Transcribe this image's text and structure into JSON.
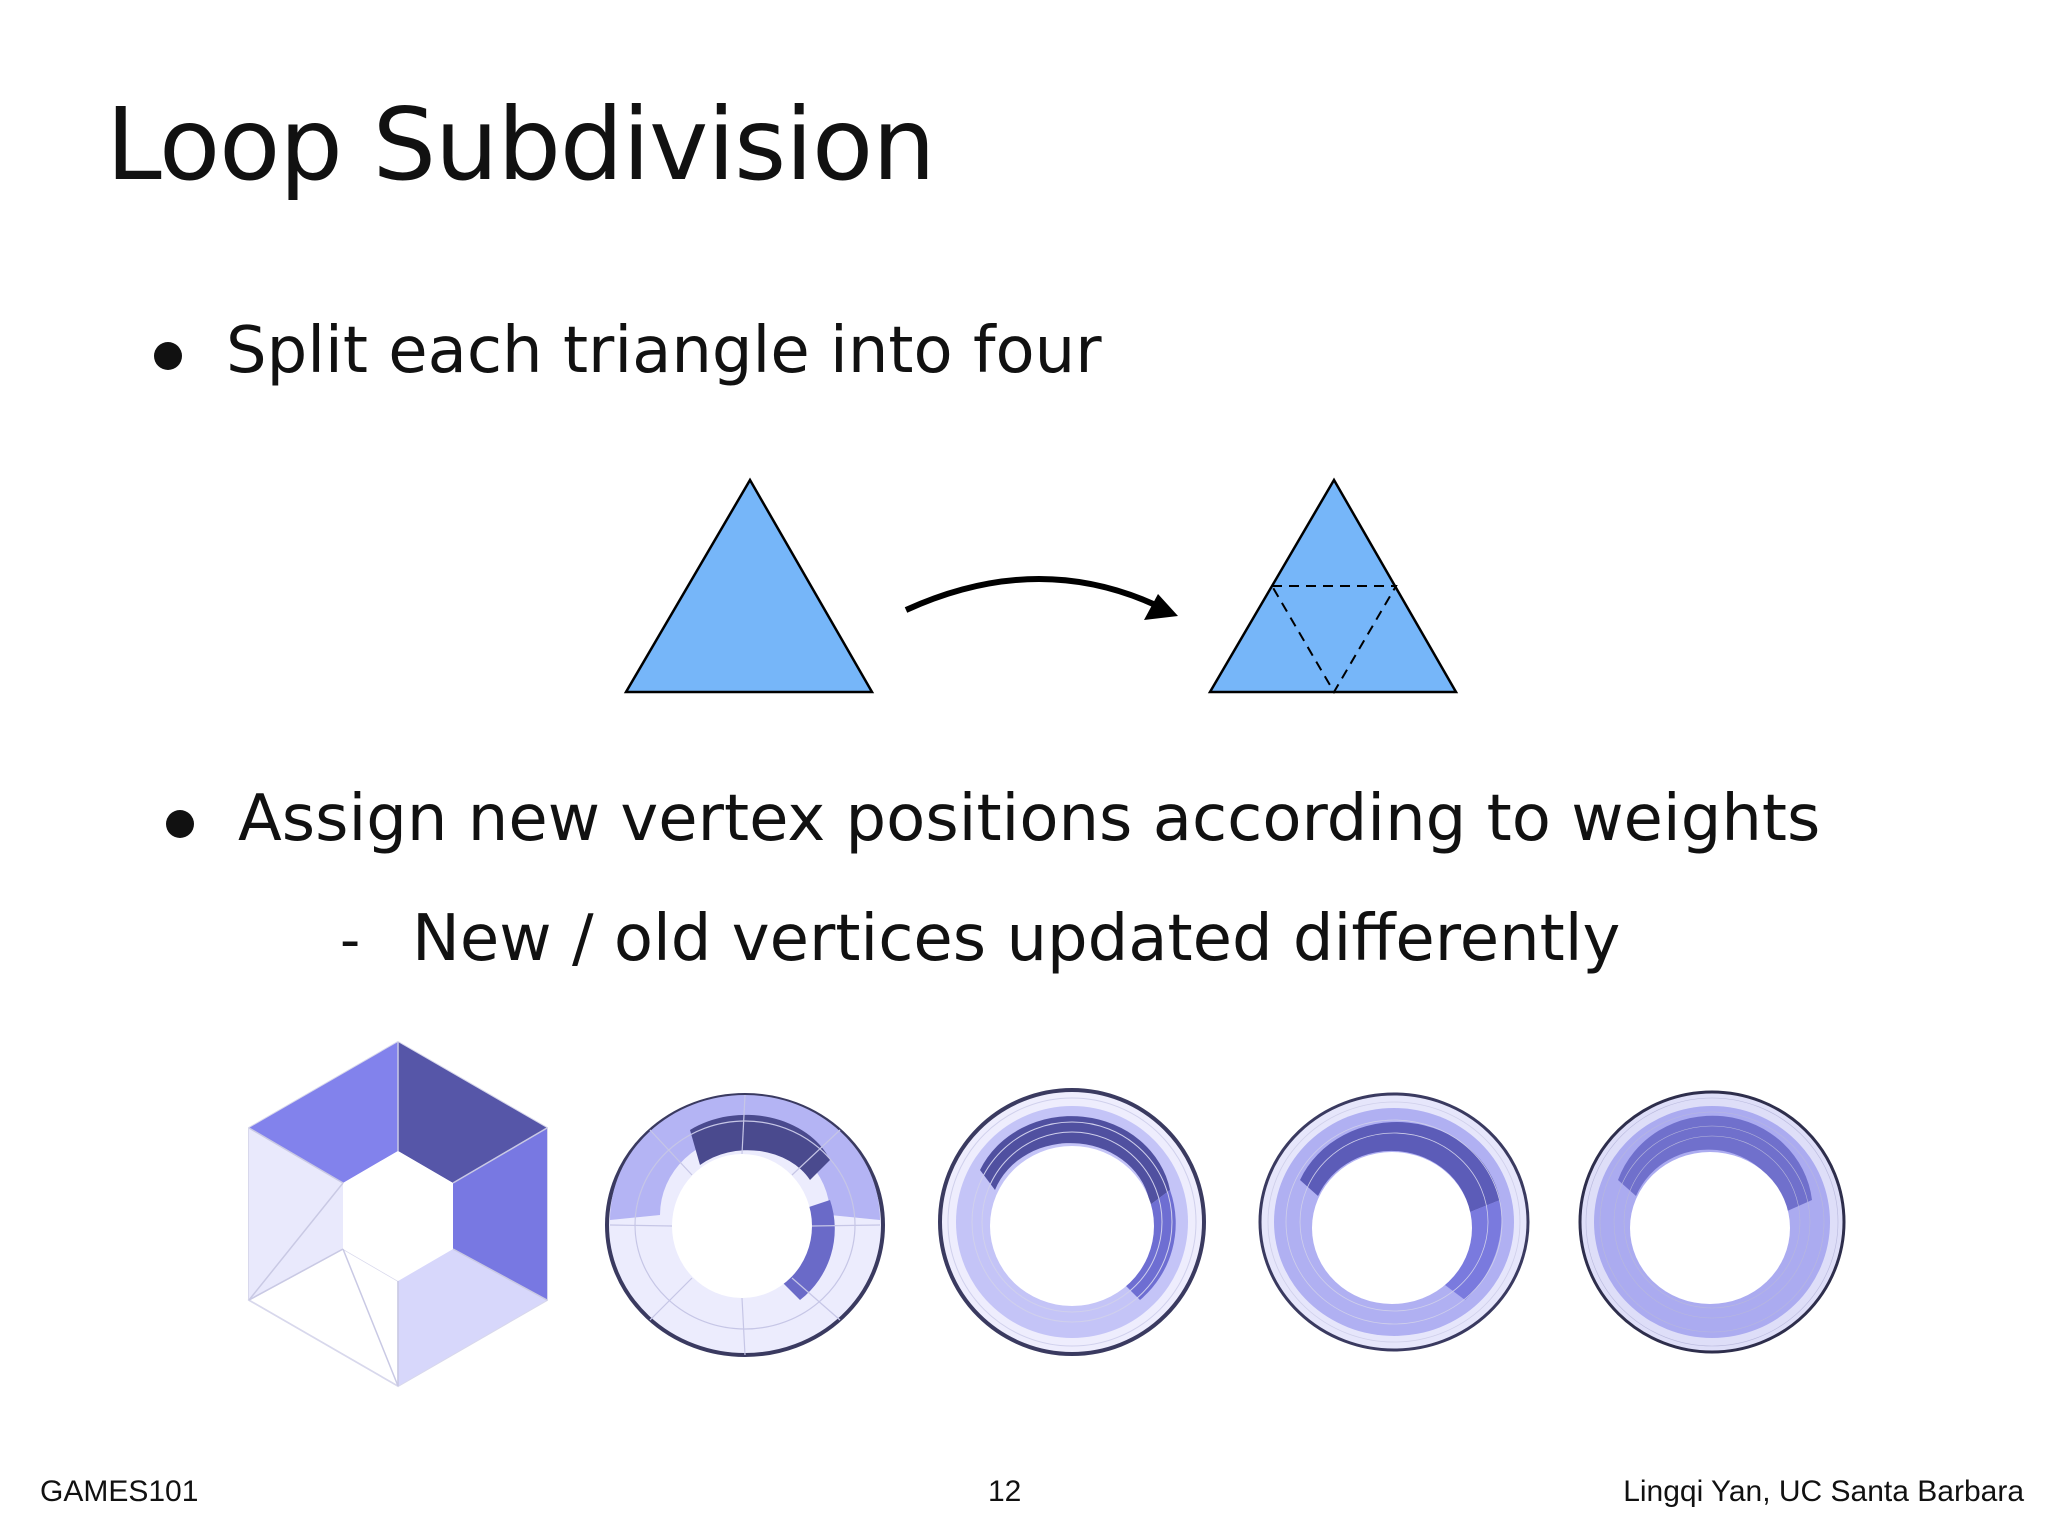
{
  "slide": {
    "title": "Loop Subdivision",
    "bullets": [
      {
        "text": "Split each triangle into four"
      },
      {
        "text": "Assign new vertex positions according to weights"
      }
    ],
    "sub_bullet": {
      "dash": "-",
      "text": "New / old vertices updated differently"
    }
  },
  "footer": {
    "left": "GAMES101",
    "center": "12",
    "right": "Lingqi Yan, UC Santa Barbara"
  },
  "colors": {
    "triangle_fill": "#76b6f9",
    "mesh_dark": "#5a5ab0",
    "mesh_mid": "#8080e8",
    "mesh_light": "#d6d6fb",
    "mesh_lightest": "#ecebfd"
  },
  "icons": {
    "arrow": "curved-arrow-right"
  }
}
